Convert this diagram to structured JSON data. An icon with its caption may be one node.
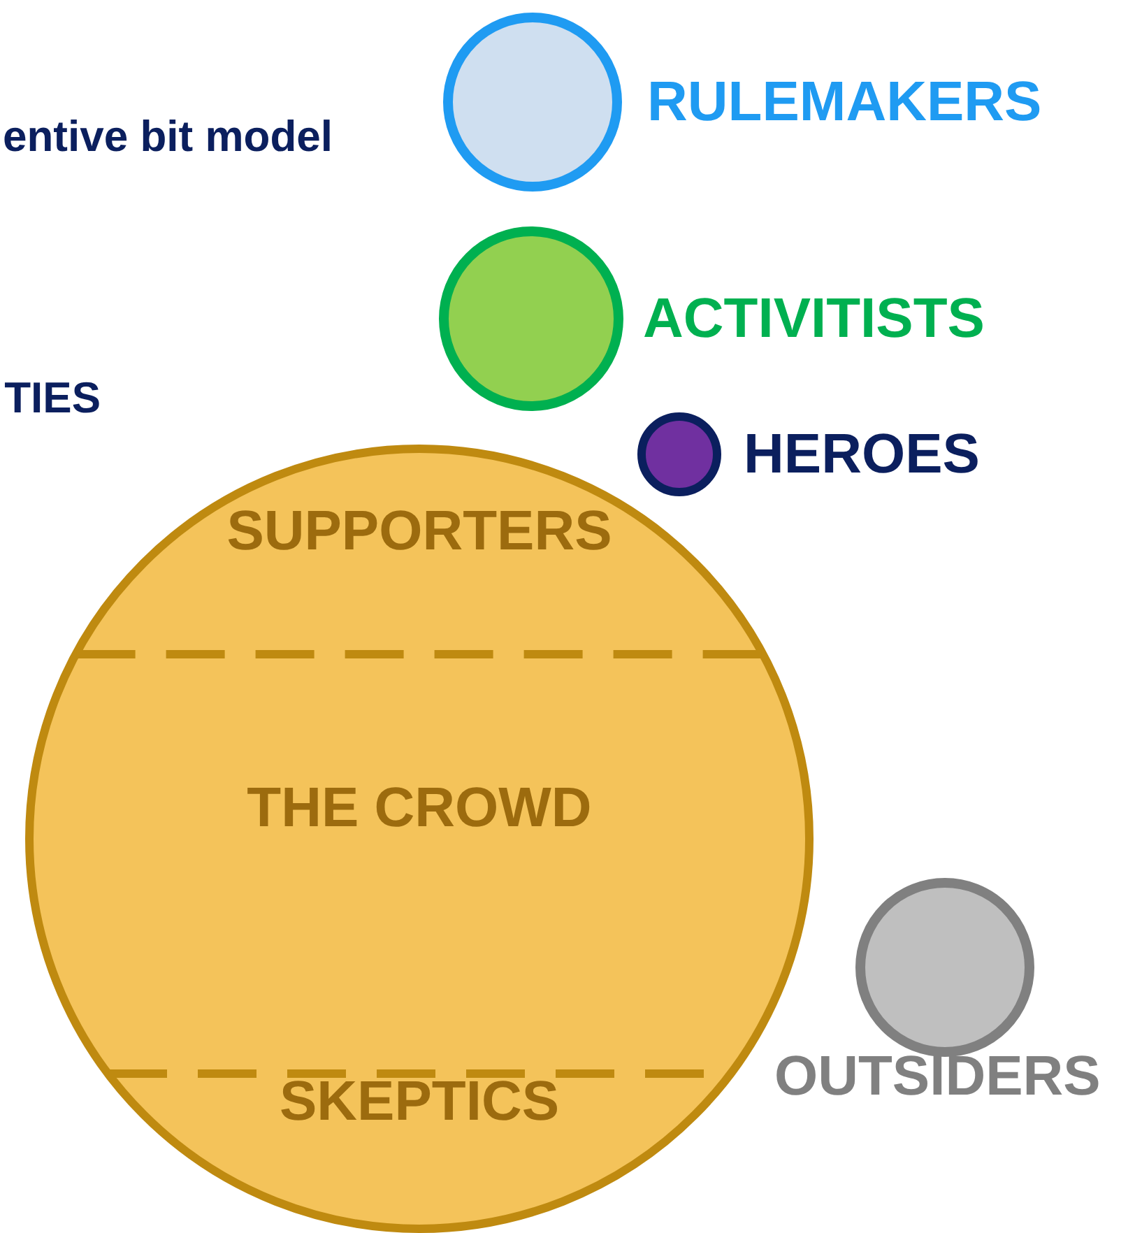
{
  "diagram": {
    "nodes": [
      {
        "text": [],
        "shape": "circle",
        "beside": [
          "RULEMAKERS"
        ]
      },
      {
        "text": [],
        "shape": "circle",
        "beside": [
          "ACTIVITISTS"
        ]
      },
      {
        "text": [],
        "shape": "circle",
        "beside": [
          "HEROES"
        ]
      },
      {
        "text": [
          "SUPPORTERS",
          "THE CROWD",
          "SKEPTICS"
        ]
      },
      {
        "text": [],
        "shape": "circle",
        "beside": [
          "OUTSIDERS"
        ]
      }
    ],
    "labels": [
      "entive bit model",
      "TIES"
    ]
  }
}
